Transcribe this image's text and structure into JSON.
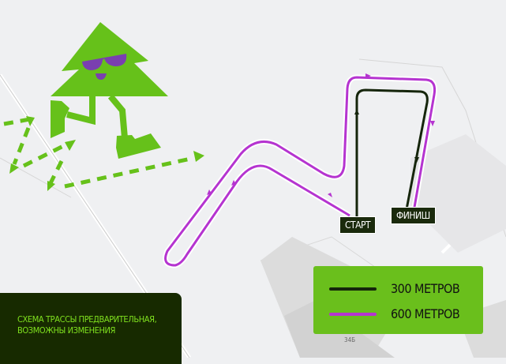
{
  "map": {
    "start_label": "СТАРТ",
    "finish_label": "ФИНИШ",
    "building_number": "34Б"
  },
  "legend": {
    "items": [
      {
        "label": "300 МЕТРОВ",
        "color": "#15250b"
      },
      {
        "label": "600 МЕТРОВ",
        "color": "#b534d0"
      }
    ]
  },
  "caption": {
    "text": "Схема трассы предварительная, возможны изменения"
  },
  "colors": {
    "mascot": "#66c11a",
    "caption_bg": "#172a00",
    "legend_bg": "#6abf1c"
  }
}
